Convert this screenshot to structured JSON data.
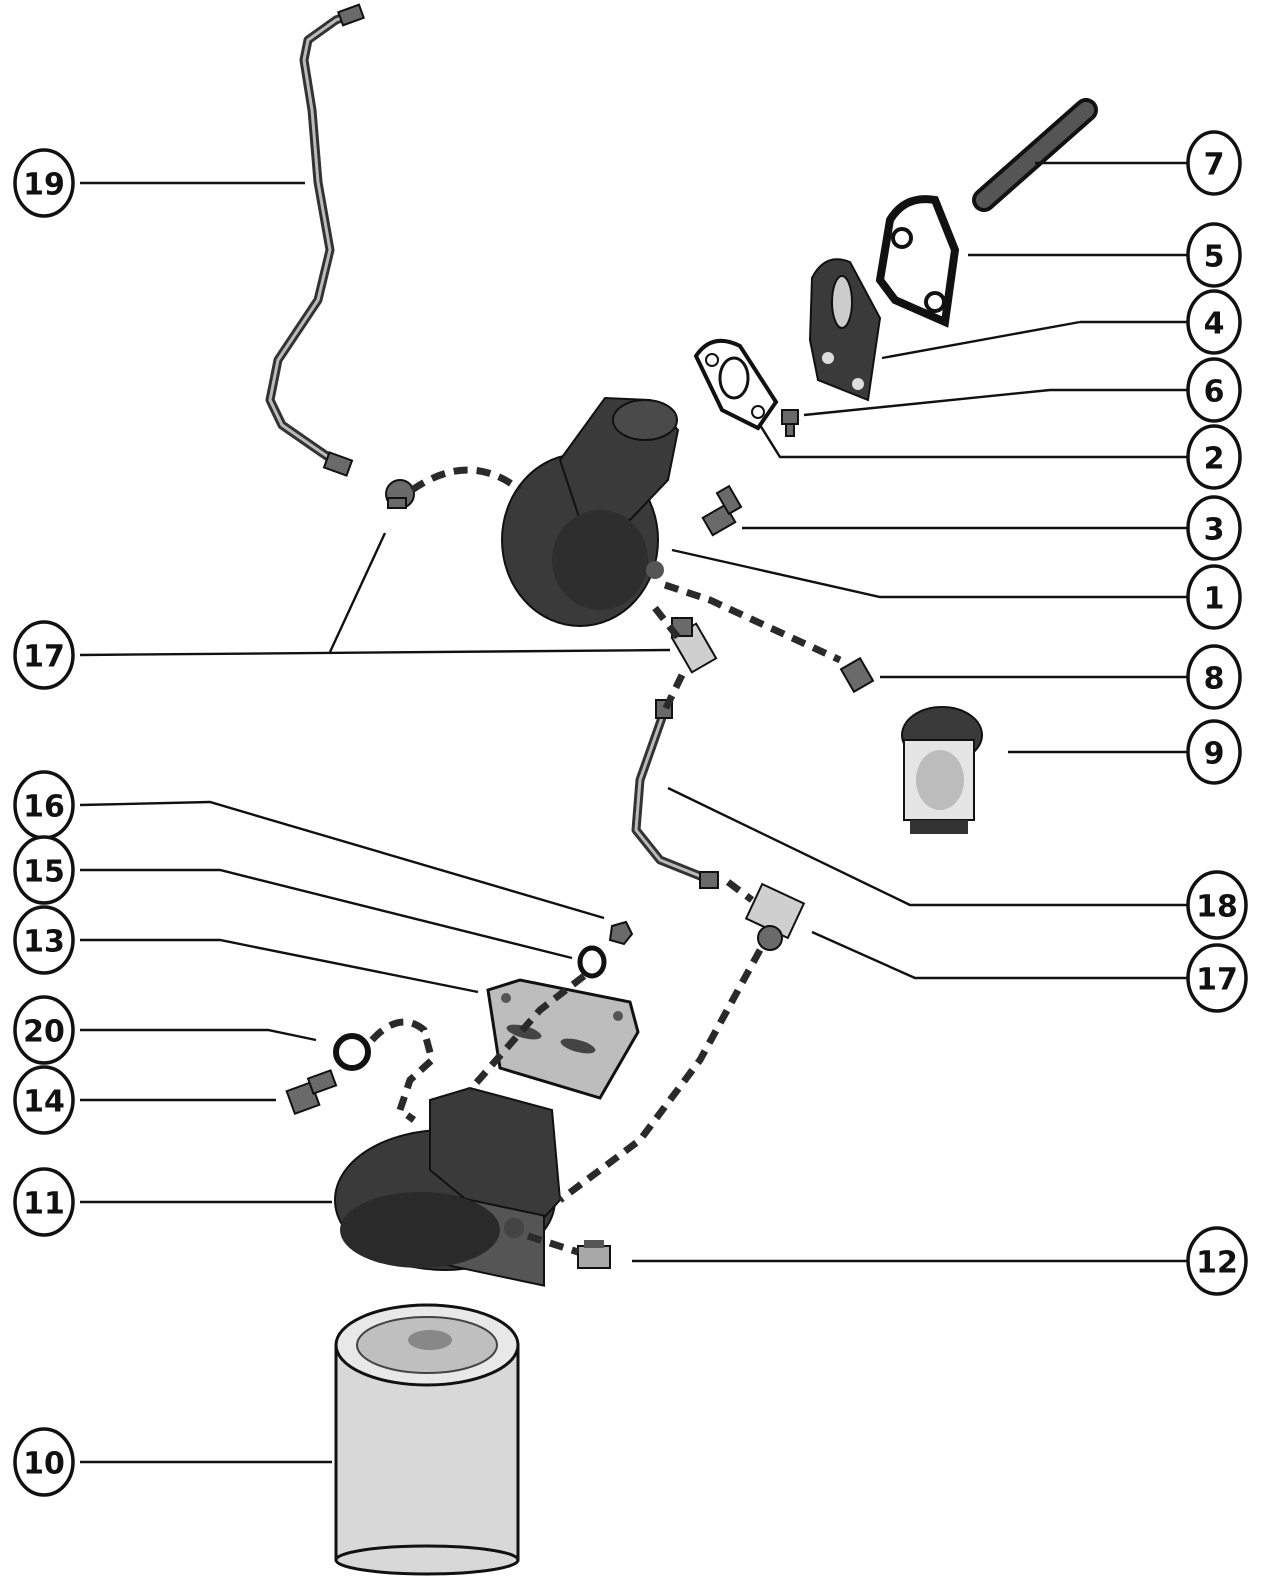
{
  "callouts": {
    "c19": "19",
    "c7": "7",
    "c5": "5",
    "c4": "4",
    "c6": "6",
    "c2": "2",
    "c3": "3",
    "c1": "1",
    "c17a": "17",
    "c8": "8",
    "c9": "9",
    "c16": "16",
    "c15": "15",
    "c18": "18",
    "c13": "13",
    "c17b": "17",
    "c20": "20",
    "c14": "14",
    "c11": "11",
    "c12": "12",
    "c10": "10"
  }
}
